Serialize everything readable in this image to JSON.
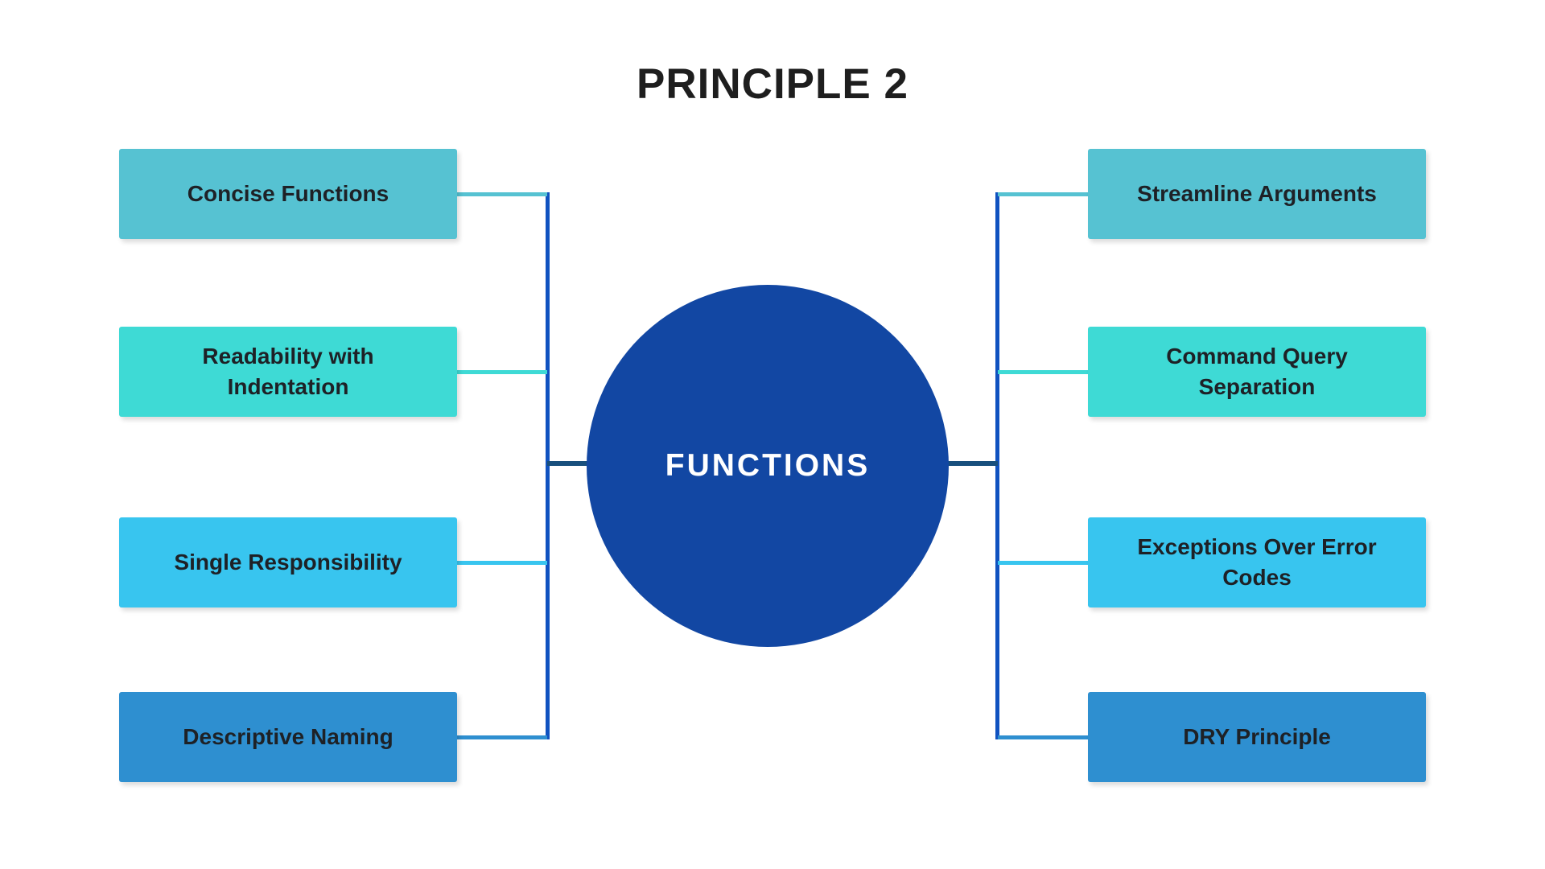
{
  "title": {
    "text": "PRINCIPLE 2",
    "color": "#1E1E1E"
  },
  "center_node": {
    "label": "FUNCTIONS",
    "fill": "#1247A3",
    "text_color": "#FFFFFF"
  },
  "connectors": {
    "trunk_color": "#1052C0",
    "center_stub_color": "#184F7D"
  },
  "node_text_color": "#1E2126",
  "background": "#FFFFFF",
  "branches": {
    "left": [
      {
        "label": "Concise Functions",
        "fill": "#56C2D2"
      },
      {
        "label": "Readability with Indentation",
        "fill": "#3EDAD5"
      },
      {
        "label": "Single Responsibility",
        "fill": "#38C5EF"
      },
      {
        "label": "Descriptive Naming",
        "fill": "#2E8FD0"
      }
    ],
    "right": [
      {
        "label": "Streamline Arguments",
        "fill": "#56C2D2"
      },
      {
        "label": "Command Query Separation",
        "fill": "#3EDAD5"
      },
      {
        "label": "Exceptions Over Error Codes",
        "fill": "#38C5EF"
      },
      {
        "label": "DRY Principle",
        "fill": "#2E8FD0"
      }
    ]
  }
}
